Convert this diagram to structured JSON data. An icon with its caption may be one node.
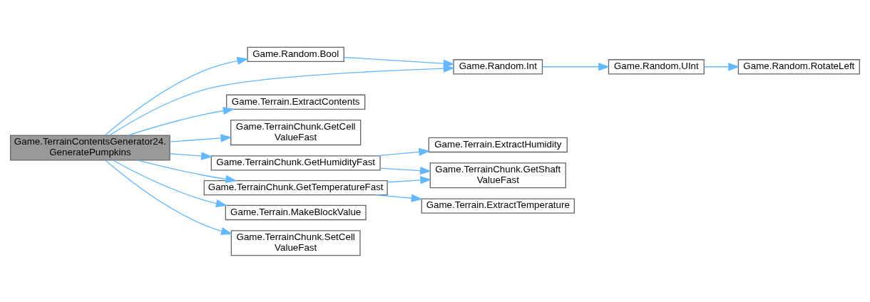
{
  "diagram": {
    "nodes": [
      {
        "text": [
          "Game.TerrainContentsGenerator24. GeneratePumpkins"
        ]
      },
      {
        "text": [
          "Game.Random.Bool"
        ]
      },
      {
        "text": [
          "Game.Random.Int"
        ]
      },
      {
        "text": [
          "Game.Random.UInt"
        ]
      },
      {
        "text": [
          "Game.Random.RotateLeft"
        ]
      },
      {
        "text": [
          "Game.Terrain.ExtractContents"
        ]
      },
      {
        "text": [
          "Game.TerrainChunk.GetCell ValueFast"
        ]
      },
      {
        "text": [
          "Game.TerrainChunk.GetHumidityFast"
        ]
      },
      {
        "text": [
          "Game.Terrain.ExtractHumidity"
        ]
      },
      {
        "text": [
          "Game.TerrainChunk.GetShaft ValueFast"
        ]
      },
      {
        "text": [
          "Game.TerrainChunk.GetTemperatureFast"
        ]
      },
      {
        "text": [
          "Game.Terrain.ExtractTemperature"
        ]
      },
      {
        "text": [
          "Game.Terrain.MakeBlockValue"
        ]
      },
      {
        "text": [
          "Game.TerrainChunk.SetCell ValueFast"
        ]
      }
    ],
    "edges": [
      {
        "from": 0,
        "to": 1,
        "arrow": "to"
      },
      {
        "from": 0,
        "to": 2,
        "arrow": "to"
      },
      {
        "from": 1,
        "to": 2,
        "arrow": "to"
      },
      {
        "from": 2,
        "to": 3,
        "arrow": "to"
      },
      {
        "from": 3,
        "to": 4,
        "arrow": "to"
      },
      {
        "from": 0,
        "to": 5,
        "arrow": "to"
      },
      {
        "from": 0,
        "to": 6,
        "arrow": "to"
      },
      {
        "from": 0,
        "to": 7,
        "arrow": "to"
      },
      {
        "from": 7,
        "to": 8,
        "arrow": "to"
      },
      {
        "from": 7,
        "to": 9,
        "arrow": "to"
      },
      {
        "from": 0,
        "to": 10,
        "arrow": "to"
      },
      {
        "from": 10,
        "to": 9,
        "arrow": "to"
      },
      {
        "from": 10,
        "to": 11,
        "arrow": "to"
      },
      {
        "from": 0,
        "to": 12,
        "arrow": "to"
      },
      {
        "from": 0,
        "to": 13,
        "arrow": "to"
      }
    ]
  }
}
